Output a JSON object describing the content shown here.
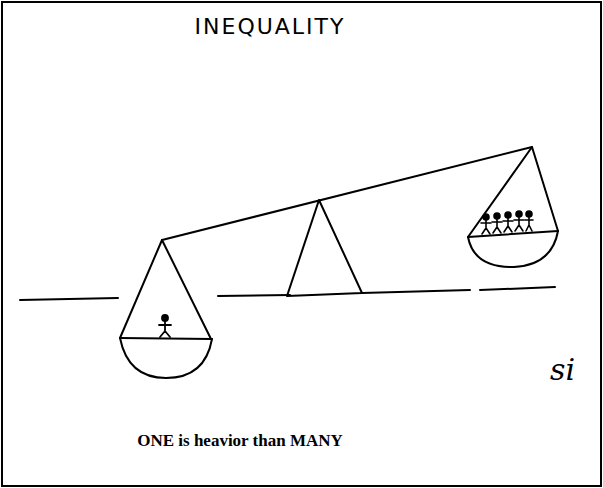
{
  "diagram": {
    "title": "INEQUALITY",
    "caption": "ONE is heavior than MANY",
    "labels": [
      "si"
    ]
  }
}
